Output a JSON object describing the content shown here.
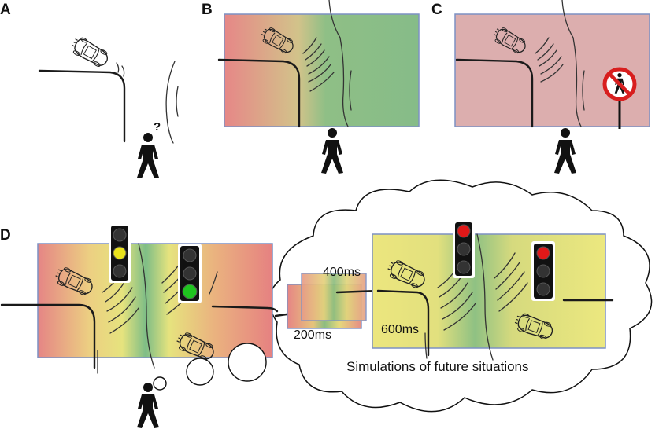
{
  "panels": [
    {
      "id": "A",
      "label": "A"
    },
    {
      "id": "B",
      "label": "B"
    },
    {
      "id": "C",
      "label": "C"
    },
    {
      "id": "D",
      "label": "D"
    }
  ],
  "panel_a": {
    "question_mark": "?"
  },
  "panel_c": {
    "sign_icon": "no-pedestrian-sign-icon"
  },
  "panel_d": {
    "time_labels": {
      "t200": "200ms",
      "t400": "400ms",
      "t600": "600ms"
    },
    "cloud_caption": "Simulations of future situations",
    "lights": {
      "left_yellow": "yellow",
      "left_green": "green",
      "right_red_1": "red",
      "right_red_2": "red"
    }
  },
  "colors": {
    "red": "#e98585",
    "yellow": "#ece57c",
    "green": "#82bd84",
    "pink": "#dcaeae",
    "frame": "#7d91c4",
    "light_red": "#e01818",
    "light_yellow": "#e9e21c",
    "light_green": "#1fc41f",
    "light_off": "#2a2a2a"
  }
}
